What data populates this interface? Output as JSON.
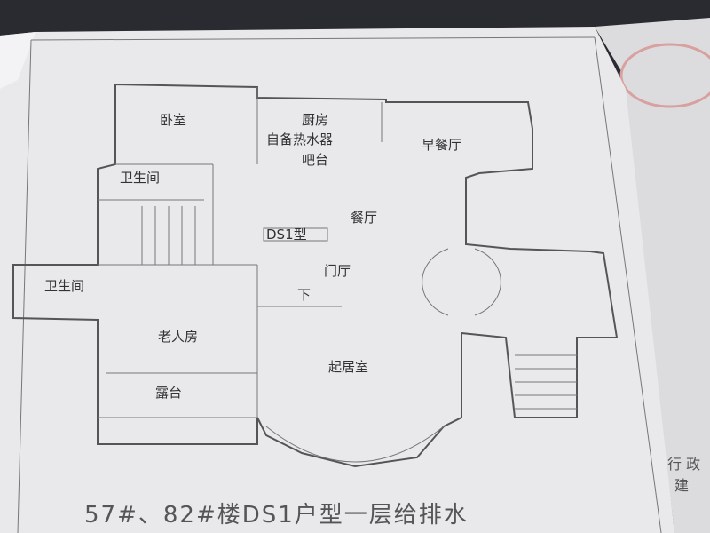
{
  "plan": {
    "rooms": {
      "bedroom": "卧室",
      "kitchen": "厨房",
      "water_heater": "自备热水器",
      "bar": "吧台",
      "breakfast": "早餐厅",
      "bathroom_upper": "卫生间",
      "dining": "餐厅",
      "type_tag": "DS1型",
      "foyer": "门厅",
      "down": "下",
      "bathroom_lower": "卫生间",
      "elder_room": "老人房",
      "living": "起居室",
      "terrace": "露台"
    },
    "title": "57#、82#楼DS1户型一层给排水"
  },
  "side_doc": {
    "line1": "行  政",
    "line2": "建"
  },
  "colors": {
    "paper": "#e9e9ec",
    "stamp": "#d9a0a0",
    "ink": "#555555"
  }
}
